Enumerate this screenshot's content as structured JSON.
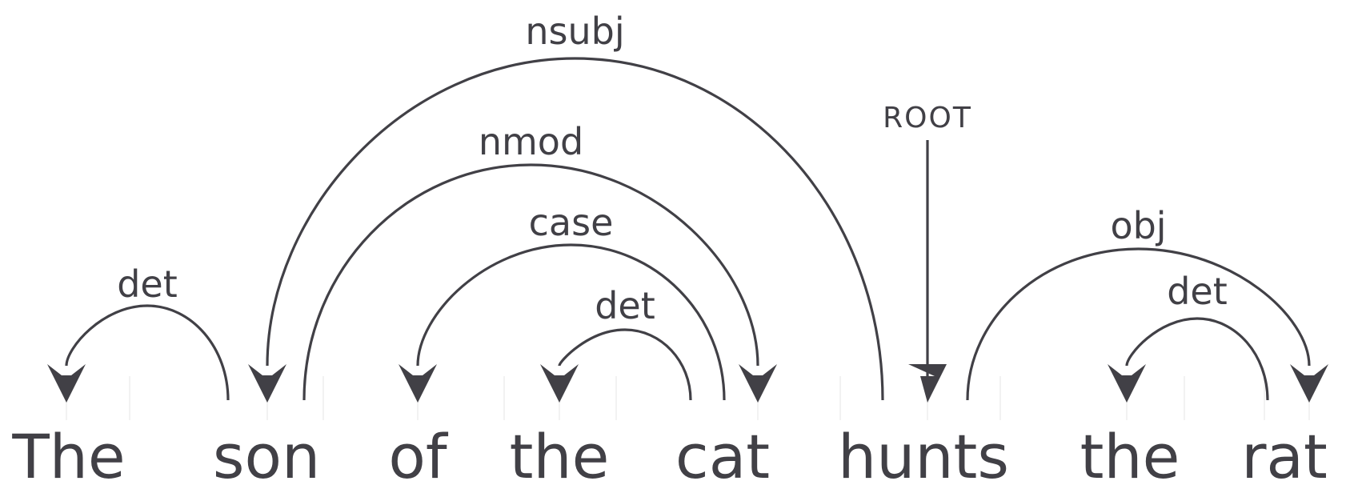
{
  "tokens": [
    "The",
    "son",
    "of",
    "the",
    "cat",
    "hunts",
    "the",
    "rat"
  ],
  "root": {
    "label": "ROOT",
    "target": 5
  },
  "arcs": [
    {
      "label": "det",
      "head": 1,
      "dep": 0
    },
    {
      "label": "nsubj",
      "head": 5,
      "dep": 1
    },
    {
      "label": "nmod",
      "head": 1,
      "dep": 4
    },
    {
      "label": "case",
      "head": 4,
      "dep": 2
    },
    {
      "label": "det",
      "head": 4,
      "dep": 3
    },
    {
      "label": "obj",
      "head": 5,
      "dep": 7
    },
    {
      "label": "det",
      "head": 7,
      "dep": 6
    }
  ],
  "colors": {
    "ink": "#414046",
    "guide": "#ececec"
  }
}
